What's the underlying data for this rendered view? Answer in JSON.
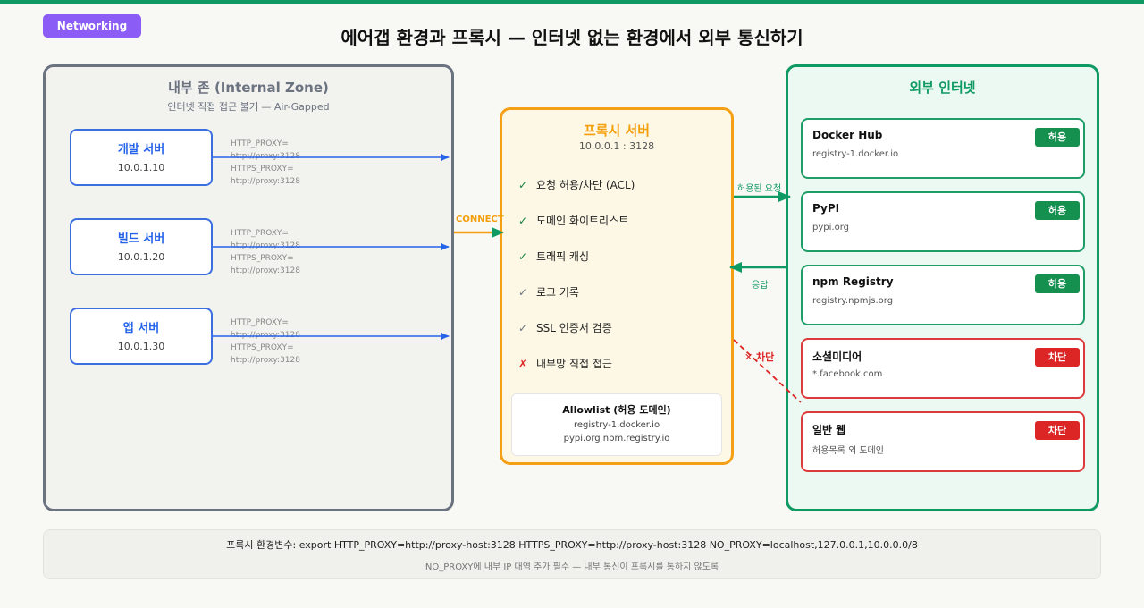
{
  "header": {
    "badge": "Networking",
    "title": "에어갭 환경과 프록시 — 인터넷 없는 환경에서 외부 통신하기"
  },
  "internal_zone": {
    "title": "내부 존 (Internal Zone)",
    "subtitle": "인터넷 직접 접근 불가 — Air-Gapped",
    "servers": [
      {
        "name": "개발 서버",
        "ip": "10.0.1.10"
      },
      {
        "name": "빌드 서버",
        "ip": "10.0.1.20"
      },
      {
        "name": "앱 서버",
        "ip": "10.0.1.30"
      }
    ],
    "env_lines": [
      "HTTP_PROXY=",
      "http://proxy:3128",
      "HTTPS_PROXY=",
      "http://proxy:3128"
    ]
  },
  "proxy": {
    "title": "프록시 서버",
    "address": "10.0.0.1 : 3128",
    "features": [
      {
        "mark": "✓",
        "label": "요청 허용/차단 (ACL)"
      },
      {
        "mark": "✓",
        "label": "도메인 화이트리스트"
      },
      {
        "mark": "✓",
        "label": "트래픽 캐싱"
      },
      {
        "mark": "✓",
        "label": "로그 기록"
      },
      {
        "mark": "✓",
        "label": "SSL 인증서 검증"
      },
      {
        "mark": "✗",
        "label": "내부망 직접 접근"
      }
    ],
    "allowlist": {
      "title": "Allowlist (허용 도메인)",
      "line1": "registry-1.docker.io",
      "line2": "pypi.org npm.registry.io"
    }
  },
  "external": {
    "title": "외부 인터넷",
    "services": [
      {
        "name": "Docker Hub",
        "host": "registry-1.docker.io",
        "status": "허용"
      },
      {
        "name": "PyPI",
        "host": "pypi.org",
        "status": "허용"
      },
      {
        "name": "npm Registry",
        "host": "registry.npmjs.org",
        "status": "허용"
      },
      {
        "name": "소셜미디어",
        "host": "*.facebook.com",
        "status": "차단"
      },
      {
        "name": "일반 웹",
        "host": "허용목록 외 도메인",
        "status": "차단"
      }
    ]
  },
  "labels": {
    "connect": "CONNECT",
    "allowed_request": "허용된 요청",
    "response": "응답",
    "blocked": "✕ 차단"
  },
  "footer": {
    "line1": "프록시 환경변수: export HTTP_PROXY=http://proxy-host:3128 HTTPS_PROXY=http://proxy-host:3128 NO_PROXY=localhost,127.0.0.1,10.0.0.0/8",
    "line2": "NO_PROXY에 내부 IP 대역 추가 필수 — 내부 통신이 프록시를 통하지 않도록"
  },
  "colors": {
    "internal_border": "#6b7280",
    "proxy_border": "#f5a014",
    "external_border": "#0f9a63",
    "server_border": "#3b6fe0",
    "allowed": "#15904f",
    "blocked": "#dc2626",
    "badge": "#8b5cf6"
  }
}
